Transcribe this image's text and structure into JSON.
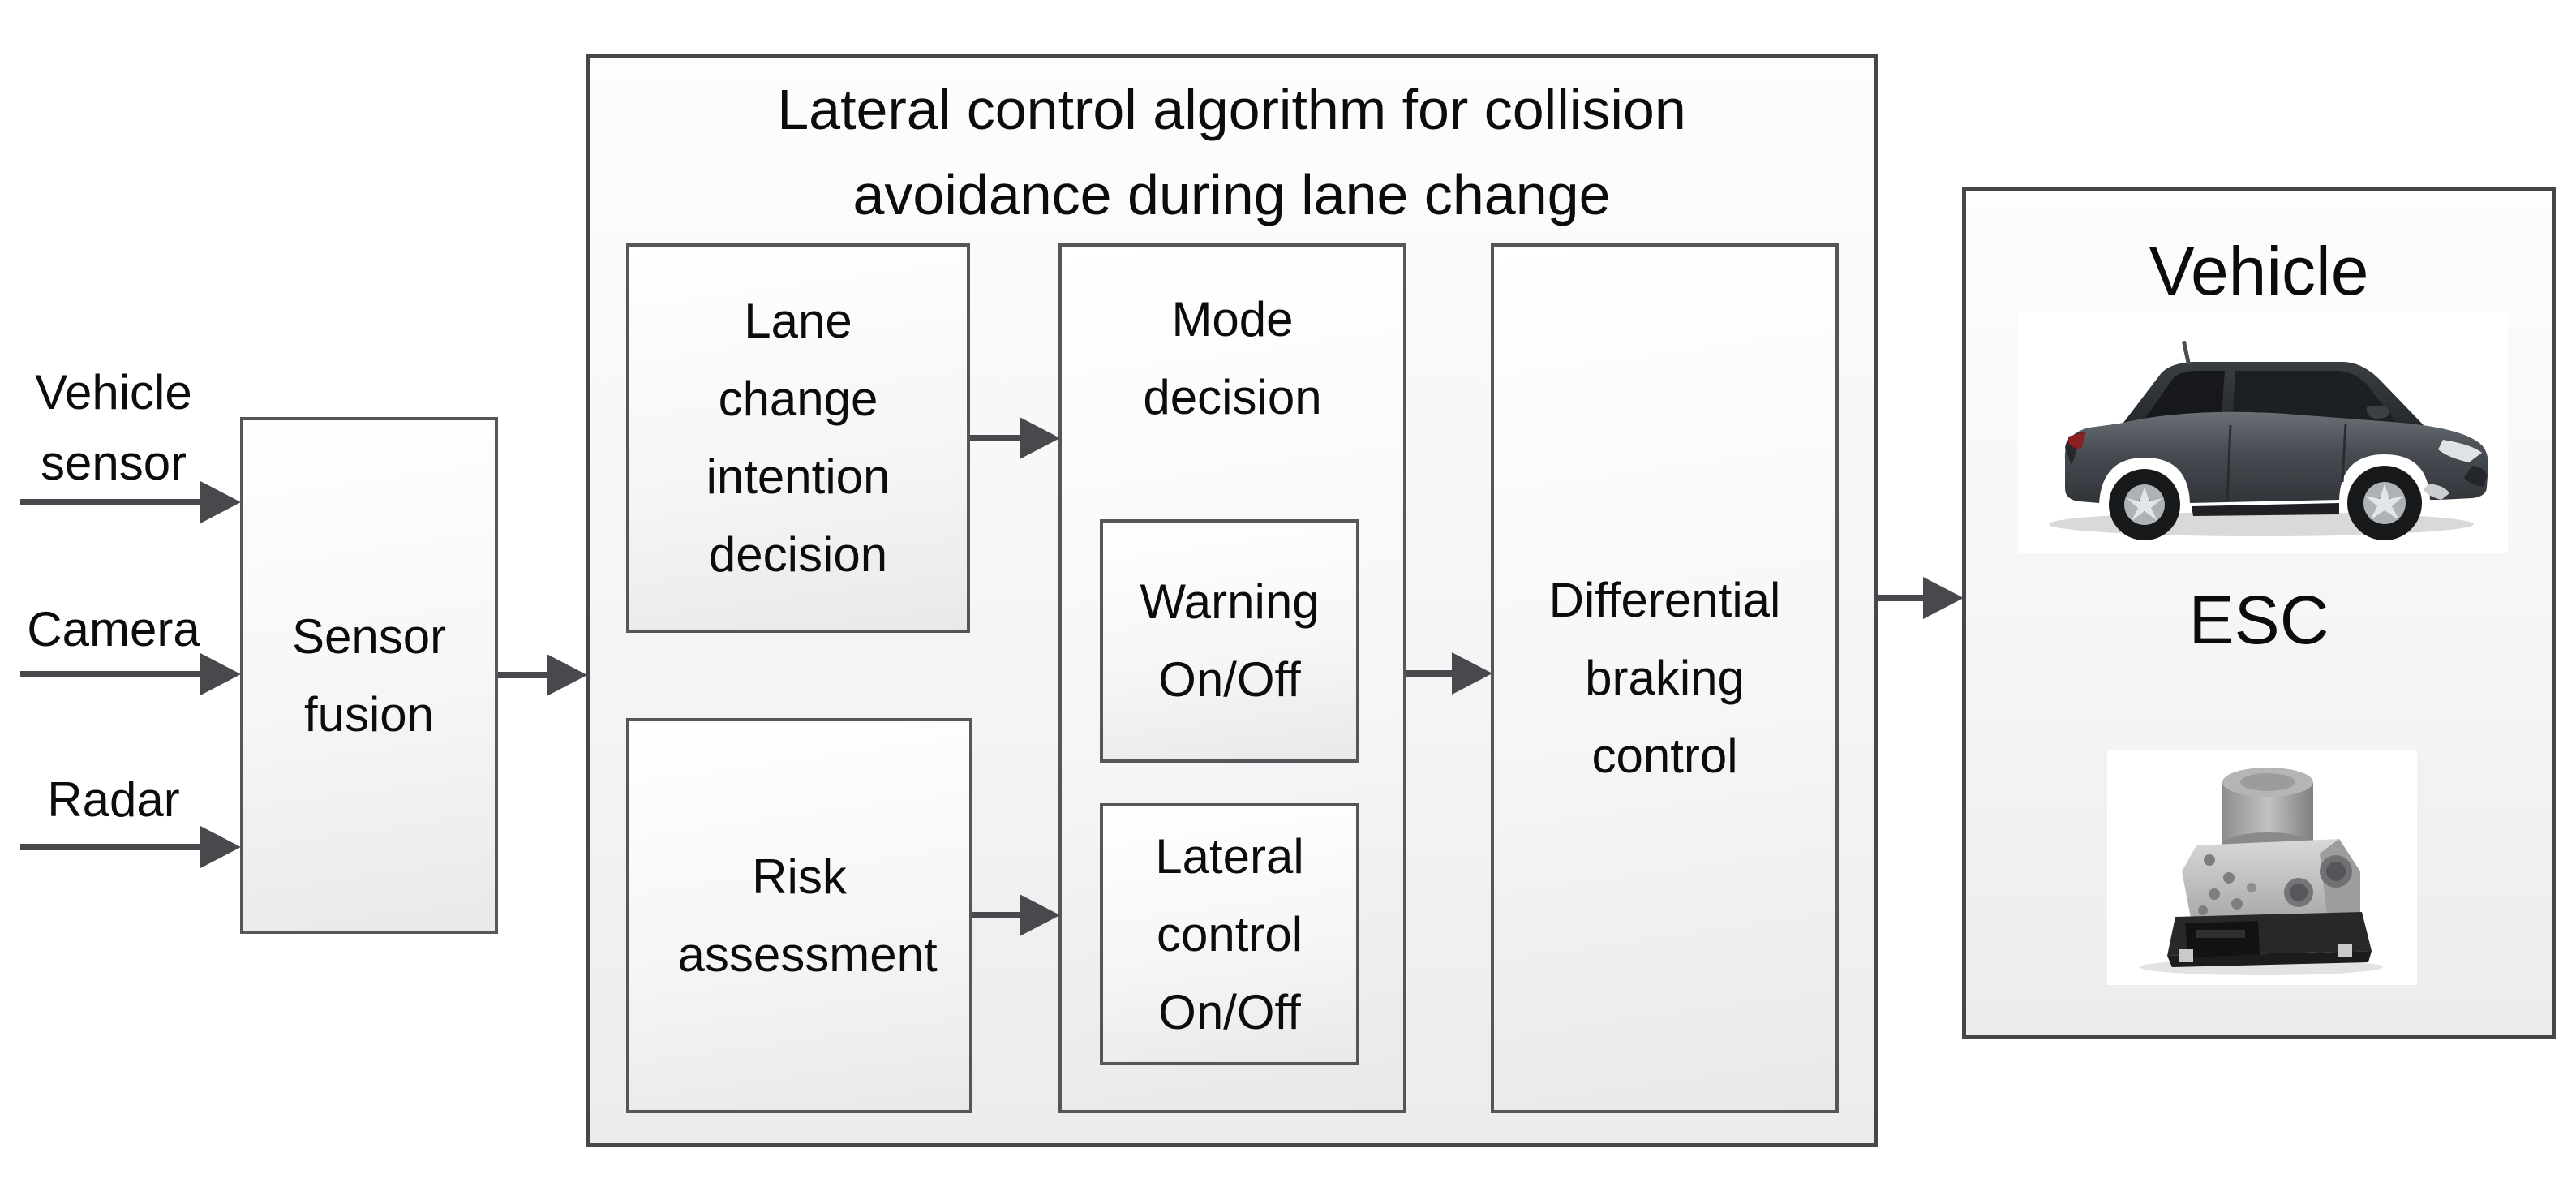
{
  "colors": {
    "background": "#ffffff",
    "box_border": "#55555a",
    "container_border": "#47474b",
    "arrow": "#49494d",
    "text": "#0c0c0c",
    "box_fill_top": "#ffffff",
    "box_fill_bottom": "#e9e9ea"
  },
  "inputs": [
    {
      "label": "Vehicle sensor"
    },
    {
      "label": "Camera"
    },
    {
      "label": "Radar"
    }
  ],
  "sensor_fusion": {
    "label": "Sensor fusion"
  },
  "algorithm": {
    "title_lines": [
      "Lateral control algorithm for collision",
      "avoidance during lane change"
    ],
    "blocks": {
      "lane_change_intention": {
        "label": "Lane change intention decision"
      },
      "risk_assessment": {
        "label": "Risk assessment"
      },
      "mode_decision": {
        "label": "Mode decision"
      },
      "warning": {
        "label": "Warning On/Off"
      },
      "lateral_control": {
        "label": "Lateral control On/Off"
      },
      "differential_braking": {
        "label": "Differential braking control"
      }
    }
  },
  "vehicle": {
    "title": "Vehicle",
    "esc_label": "ESC",
    "images": {
      "car": "gray-suv-front-three-quarter-photo",
      "esc": "esc-hydraulic-control-unit-photo"
    }
  },
  "arrows": [
    {
      "from": "vehicle-sensor",
      "to": "sensor-fusion"
    },
    {
      "from": "camera",
      "to": "sensor-fusion"
    },
    {
      "from": "radar",
      "to": "sensor-fusion"
    },
    {
      "from": "sensor-fusion",
      "to": "lateral-control-algorithm"
    },
    {
      "from": "lane-change-intention-decision",
      "to": "mode-decision"
    },
    {
      "from": "risk-assessment",
      "to": "mode-decision"
    },
    {
      "from": "mode-decision",
      "to": "differential-braking-control"
    },
    {
      "from": "lateral-control-algorithm",
      "to": "vehicle-esc"
    }
  ]
}
